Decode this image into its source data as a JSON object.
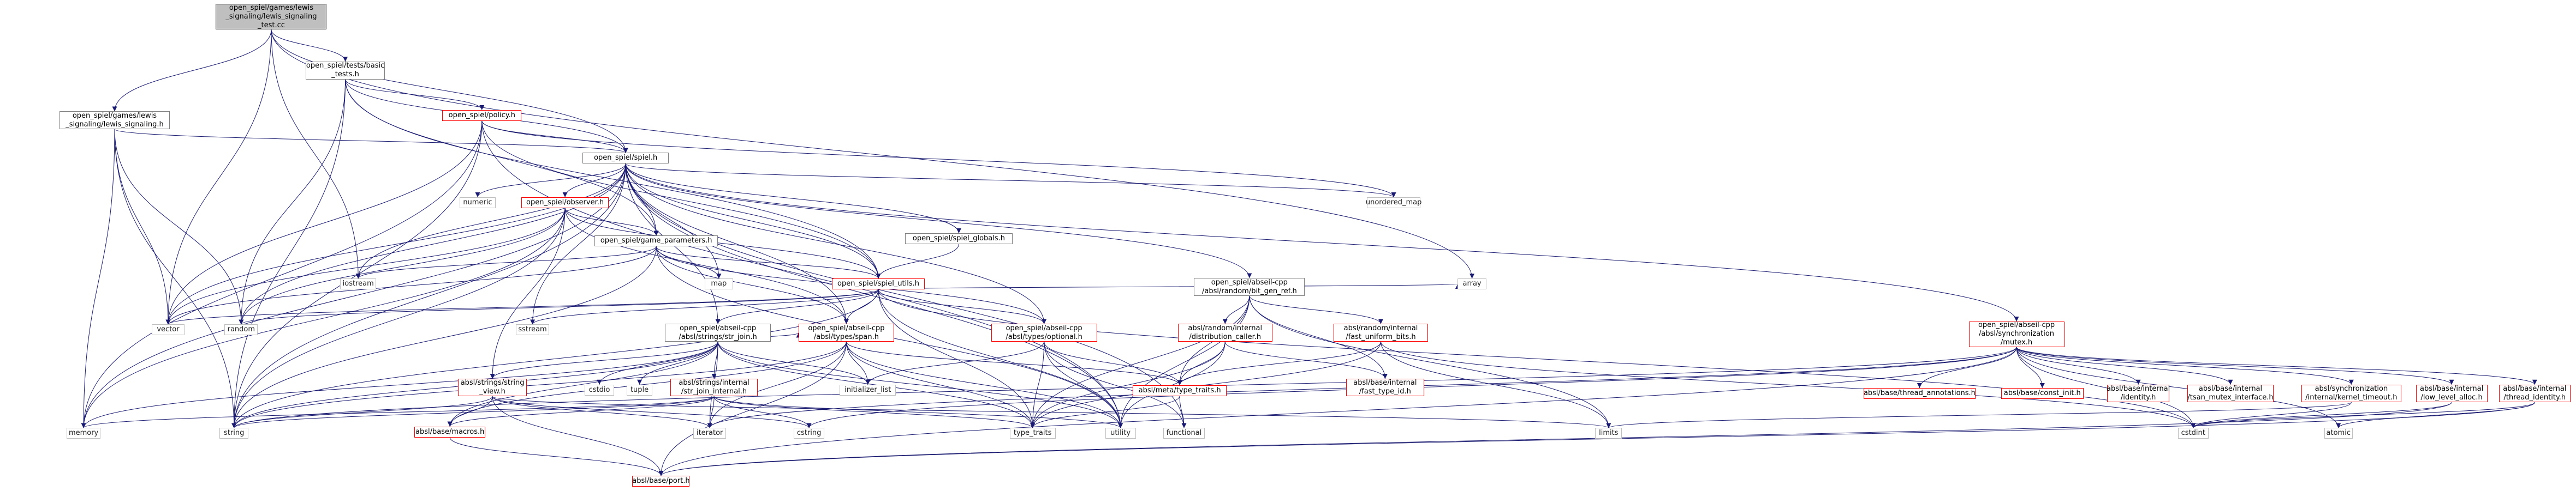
{
  "graph": {
    "nodes": [
      {
        "id": "root",
        "label": "open_spiel/games/lewis\n_signaling/lewis_signaling\n_test.cc",
        "kind": "root"
      },
      {
        "id": "basic_tests",
        "label": "open_spiel/tests/basic\n_tests.h",
        "kind": "header"
      },
      {
        "id": "lewis_h",
        "label": "open_spiel/games/lewis\n_signaling/lewis_signaling.h",
        "kind": "header"
      },
      {
        "id": "policy_h",
        "label": "open_spiel/policy.h",
        "kind": "red"
      },
      {
        "id": "spiel_h",
        "label": "open_spiel/spiel.h",
        "kind": "header"
      },
      {
        "id": "observer_h",
        "label": "open_spiel/observer.h",
        "kind": "red"
      },
      {
        "id": "game_params",
        "label": "open_spiel/game_parameters.h",
        "kind": "header"
      },
      {
        "id": "spiel_globals",
        "label": "open_spiel/spiel_globals.h",
        "kind": "header"
      },
      {
        "id": "spiel_utils",
        "label": "open_spiel/spiel_utils.h",
        "kind": "red"
      },
      {
        "id": "bit_gen_ref",
        "label": "open_spiel/abseil-cpp\n/absl/random/bit_gen_ref.h",
        "kind": "header"
      },
      {
        "id": "mutex_h",
        "label": "open_spiel/abseil-cpp\n/absl/synchronization\n/mutex.h",
        "kind": "red"
      },
      {
        "id": "str_join",
        "label": "open_spiel/abseil-cpp\n/absl/strings/str_join.h",
        "kind": "header"
      },
      {
        "id": "span_h",
        "label": "open_spiel/abseil-cpp\n/absl/types/span.h",
        "kind": "red"
      },
      {
        "id": "optional_h",
        "label": "open_spiel/abseil-cpp\n/absl/types/optional.h",
        "kind": "red"
      },
      {
        "id": "dist_caller",
        "label": "absl/random/internal\n/distribution_caller.h",
        "kind": "red"
      },
      {
        "id": "fast_uniform",
        "label": "absl/random/internal\n/fast_uniform_bits.h",
        "kind": "red"
      },
      {
        "id": "string_view",
        "label": "absl/strings/string\n_view.h",
        "kind": "red"
      },
      {
        "id": "str_join_int",
        "label": "absl/strings/internal\n/str_join_internal.h",
        "kind": "red"
      },
      {
        "id": "type_traits_absl",
        "label": "absl/meta/type_traits.h",
        "kind": "red"
      },
      {
        "id": "fast_type_id",
        "label": "absl/base/internal\n/fast_type_id.h",
        "kind": "red"
      },
      {
        "id": "thread_annot",
        "label": "absl/base/thread_annotations.h",
        "kind": "red"
      },
      {
        "id": "const_init",
        "label": "absl/base/const_init.h",
        "kind": "red"
      },
      {
        "id": "identity",
        "label": "absl/base/internal\n/identity.h",
        "kind": "red"
      },
      {
        "id": "tsan_mutex",
        "label": "absl/base/internal\n/tsan_mutex_interface.h",
        "kind": "red"
      },
      {
        "id": "kernel_timeout",
        "label": "absl/synchronization\n/internal/kernel_timeout.h",
        "kind": "red"
      },
      {
        "id": "low_level_alloc",
        "label": "absl/base/internal\n/low_level_alloc.h",
        "kind": "red"
      },
      {
        "id": "thread_identity",
        "label": "absl/base/internal\n/thread_identity.h",
        "kind": "red"
      },
      {
        "id": "macros_h",
        "label": "absl/base/macros.h",
        "kind": "red"
      },
      {
        "id": "port_h",
        "label": "absl/base/port.h",
        "kind": "red"
      },
      {
        "id": "numeric",
        "label": "numeric",
        "kind": "plain"
      },
      {
        "id": "unordered_map",
        "label": "unordered_map",
        "kind": "plain"
      },
      {
        "id": "iostream",
        "label": "iostream",
        "kind": "plain"
      },
      {
        "id": "map",
        "label": "map",
        "kind": "plain"
      },
      {
        "id": "vector",
        "label": "vector",
        "kind": "plain"
      },
      {
        "id": "random",
        "label": "random",
        "kind": "plain"
      },
      {
        "id": "sstream",
        "label": "sstream",
        "kind": "plain"
      },
      {
        "id": "array",
        "label": "array",
        "kind": "plain"
      },
      {
        "id": "cstdio",
        "label": "cstdio",
        "kind": "plain"
      },
      {
        "id": "tuple",
        "label": "tuple",
        "kind": "plain"
      },
      {
        "id": "initializer_list",
        "label": "initializer_list",
        "kind": "plain"
      },
      {
        "id": "memory",
        "label": "memory",
        "kind": "plain"
      },
      {
        "id": "string",
        "label": "string",
        "kind": "plain"
      },
      {
        "id": "iterator",
        "label": "iterator",
        "kind": "plain"
      },
      {
        "id": "cstring",
        "label": "cstring",
        "kind": "plain"
      },
      {
        "id": "type_traits",
        "label": "type_traits",
        "kind": "plain"
      },
      {
        "id": "utility",
        "label": "utility",
        "kind": "plain"
      },
      {
        "id": "functional",
        "label": "functional",
        "kind": "plain"
      },
      {
        "id": "limits",
        "label": "limits",
        "kind": "plain"
      },
      {
        "id": "cstdint",
        "label": "cstdint",
        "kind": "plain"
      },
      {
        "id": "atomic",
        "label": "atomic",
        "kind": "plain"
      }
    ],
    "edges": [
      [
        "root",
        "basic_tests"
      ],
      [
        "root",
        "lewis_h"
      ],
      [
        "root",
        "spiel_h"
      ],
      [
        "root",
        "iostream"
      ],
      [
        "root",
        "vector"
      ],
      [
        "root",
        "array"
      ],
      [
        "basic_tests",
        "policy_h"
      ],
      [
        "basic_tests",
        "spiel_h"
      ],
      [
        "basic_tests",
        "spiel_utils"
      ],
      [
        "basic_tests",
        "game_params"
      ],
      [
        "basic_tests",
        "random"
      ],
      [
        "basic_tests",
        "string"
      ],
      [
        "lewis_h",
        "spiel_h"
      ],
      [
        "lewis_h",
        "memory"
      ],
      [
        "lewis_h",
        "string"
      ],
      [
        "lewis_h",
        "vector"
      ],
      [
        "lewis_h",
        "random"
      ],
      [
        "policy_h",
        "spiel_h"
      ],
      [
        "policy_h",
        "spiel_utils"
      ],
      [
        "policy_h",
        "memory"
      ],
      [
        "policy_h",
        "string"
      ],
      [
        "policy_h",
        "unordered_map"
      ],
      [
        "policy_h",
        "utility"
      ],
      [
        "policy_h",
        "vector"
      ],
      [
        "spiel_h",
        "numeric"
      ],
      [
        "spiel_h",
        "unordered_map"
      ],
      [
        "spiel_h",
        "observer_h"
      ],
      [
        "spiel_h",
        "game_params"
      ],
      [
        "spiel_h",
        "spiel_globals"
      ],
      [
        "spiel_h",
        "spiel_utils"
      ],
      [
        "spiel_h",
        "bit_gen_ref"
      ],
      [
        "spiel_h",
        "mutex_h"
      ],
      [
        "spiel_h",
        "str_join"
      ],
      [
        "spiel_h",
        "span_h"
      ],
      [
        "spiel_h",
        "optional_h"
      ],
      [
        "spiel_h",
        "iostream"
      ],
      [
        "spiel_h",
        "map"
      ],
      [
        "spiel_h",
        "vector"
      ],
      [
        "spiel_h",
        "random"
      ],
      [
        "spiel_h",
        "sstream"
      ],
      [
        "spiel_h",
        "memory"
      ],
      [
        "spiel_h",
        "string"
      ],
      [
        "spiel_h",
        "functional"
      ],
      [
        "spiel_h",
        "utility"
      ],
      [
        "observer_h",
        "game_params"
      ],
      [
        "observer_h",
        "spiel_utils"
      ],
      [
        "observer_h",
        "span_h"
      ],
      [
        "observer_h",
        "string_view"
      ],
      [
        "observer_h",
        "string"
      ],
      [
        "observer_h",
        "vector"
      ],
      [
        "observer_h",
        "random"
      ],
      [
        "observer_h",
        "memory"
      ],
      [
        "game_params",
        "spiel_utils"
      ],
      [
        "game_params",
        "iostream"
      ],
      [
        "game_params",
        "map"
      ],
      [
        "game_params",
        "string"
      ],
      [
        "game_params",
        "vector"
      ],
      [
        "game_params",
        "span_h"
      ],
      [
        "game_params",
        "optional_h"
      ],
      [
        "game_params",
        "utility"
      ],
      [
        "spiel_globals",
        "spiel_utils"
      ],
      [
        "spiel_utils",
        "vector"
      ],
      [
        "spiel_utils",
        "random"
      ],
      [
        "spiel_utils",
        "sstream"
      ],
      [
        "spiel_utils",
        "str_join"
      ],
      [
        "spiel_utils",
        "span_h"
      ],
      [
        "spiel_utils",
        "optional_h"
      ],
      [
        "spiel_utils",
        "string"
      ],
      [
        "spiel_utils",
        "type_traits"
      ],
      [
        "spiel_utils",
        "cstdint"
      ],
      [
        "spiel_utils",
        "utility"
      ],
      [
        "spiel_utils",
        "array"
      ],
      [
        "bit_gen_ref",
        "dist_caller"
      ],
      [
        "bit_gen_ref",
        "fast_uniform"
      ],
      [
        "bit_gen_ref",
        "fast_type_id"
      ],
      [
        "bit_gen_ref",
        "type_traits_absl"
      ],
      [
        "bit_gen_ref",
        "limits"
      ],
      [
        "bit_gen_ref",
        "type_traits"
      ],
      [
        "bit_gen_ref",
        "utility"
      ],
      [
        "mutex_h",
        "thread_annot"
      ],
      [
        "mutex_h",
        "const_init"
      ],
      [
        "mutex_h",
        "identity"
      ],
      [
        "mutex_h",
        "tsan_mutex"
      ],
      [
        "mutex_h",
        "kernel_timeout"
      ],
      [
        "mutex_h",
        "low_level_alloc"
      ],
      [
        "mutex_h",
        "thread_identity"
      ],
      [
        "mutex_h",
        "port_h"
      ],
      [
        "mutex_h",
        "cstdint"
      ],
      [
        "mutex_h",
        "atomic"
      ],
      [
        "mutex_h",
        "cstring"
      ],
      [
        "mutex_h",
        "iterator"
      ],
      [
        "mutex_h",
        "string"
      ],
      [
        "str_join",
        "string_view"
      ],
      [
        "str_join",
        "str_join_int"
      ],
      [
        "str_join",
        "macros_h"
      ],
      [
        "str_join",
        "span_h"
      ],
      [
        "str_join",
        "cstdio"
      ],
      [
        "str_join",
        "tuple"
      ],
      [
        "str_join",
        "initializer_list"
      ],
      [
        "str_join",
        "iterator"
      ],
      [
        "str_join",
        "string"
      ],
      [
        "str_join",
        "type_traits"
      ],
      [
        "str_join",
        "utility"
      ],
      [
        "str_join",
        "memory"
      ],
      [
        "span_h",
        "type_traits_absl"
      ],
      [
        "span_h",
        "macros_h"
      ],
      [
        "span_h",
        "port_h"
      ],
      [
        "span_h",
        "initializer_list"
      ],
      [
        "span_h",
        "iterator"
      ],
      [
        "span_h",
        "type_traits"
      ],
      [
        "span_h",
        "utility"
      ],
      [
        "span_h",
        "string"
      ],
      [
        "optional_h",
        "type_traits_absl"
      ],
      [
        "optional_h",
        "initializer_list"
      ],
      [
        "optional_h",
        "type_traits"
      ],
      [
        "optional_h",
        "utility"
      ],
      [
        "optional_h",
        "functional"
      ],
      [
        "dist_caller",
        "fast_type_id"
      ],
      [
        "dist_caller",
        "type_traits_absl"
      ],
      [
        "dist_caller",
        "utility"
      ],
      [
        "dist_caller",
        "type_traits"
      ],
      [
        "fast_uniform",
        "type_traits_absl"
      ],
      [
        "fast_uniform",
        "limits"
      ],
      [
        "fast_uniform",
        "type_traits"
      ],
      [
        "fast_uniform",
        "cstdint"
      ],
      [
        "string_view",
        "macros_h"
      ],
      [
        "string_view",
        "port_h"
      ],
      [
        "string_view",
        "string"
      ],
      [
        "string_view",
        "cstring"
      ],
      [
        "string_view",
        "iterator"
      ],
      [
        "string_view",
        "limits"
      ],
      [
        "str_join_int",
        "macros_h"
      ],
      [
        "str_join_int",
        "string"
      ],
      [
        "str_join_int",
        "cstring"
      ],
      [
        "str_join_int",
        "iterator"
      ],
      [
        "str_join_int",
        "memory"
      ],
      [
        "str_join_int",
        "type_traits"
      ],
      [
        "str_join_int",
        "utility"
      ],
      [
        "type_traits_absl",
        "type_traits"
      ],
      [
        "type_traits_absl",
        "functional"
      ],
      [
        "type_traits_absl",
        "cstddef_x"
      ],
      [
        "kernel_timeout",
        "limits"
      ],
      [
        "kernel_timeout",
        "cstdint"
      ],
      [
        "low_level_alloc",
        "cstdint"
      ],
      [
        "low_level_alloc",
        "port_h"
      ],
      [
        "thread_identity",
        "atomic"
      ],
      [
        "thread_identity",
        "cstdint"
      ],
      [
        "thread_identity",
        "port_h"
      ],
      [
        "macros_h",
        "port_h"
      ]
    ]
  },
  "colors": {
    "edge": "#191970",
    "root_fill": "#bfbfbf",
    "red_border": "#ff0000",
    "border": "#7f7f7f"
  }
}
